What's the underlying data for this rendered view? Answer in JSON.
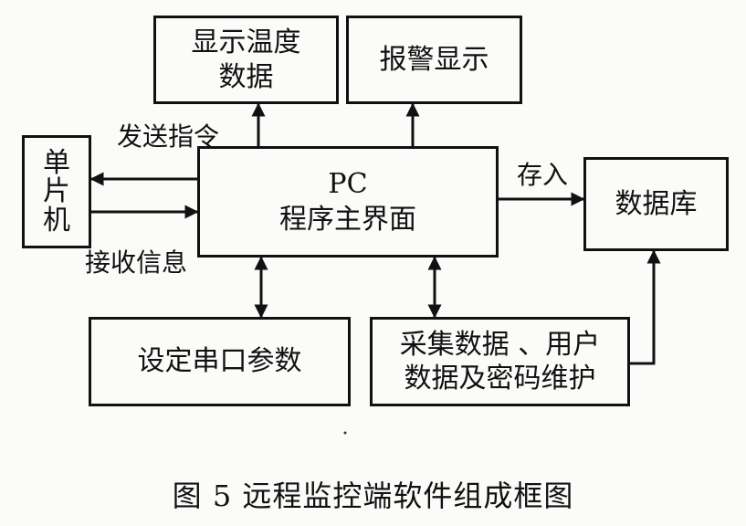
{
  "boxes": {
    "display_temp": [
      "显示温度",
      "数据"
    ],
    "alarm_display": "报警显示",
    "mcu": [
      "单",
      "片",
      "机"
    ],
    "main_ui": [
      "PC",
      "程序主界面"
    ],
    "database": "数据库",
    "serial_params": "设定串口参数",
    "data_maint": [
      "采集数据 、用户",
      "数据及密码维护"
    ]
  },
  "labels": {
    "send_cmd": "发送指令",
    "recv_info": "接收信息",
    "store": "存入"
  },
  "caption": "图 5 远程监控端软件组成框图"
}
